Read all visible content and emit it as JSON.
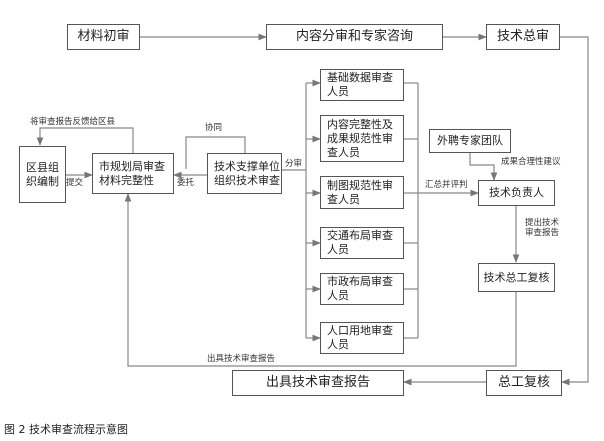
{
  "boxes": {
    "cailiao_chushen": "材料初审",
    "neirong_fenshen": "内容分审和专家咨询",
    "jishu_zongshen": "技术总审",
    "quxian_bianzhi": "区县组织编制",
    "shiguihua": "市规划局审查材料完整性",
    "jishu_zhicheng": "技术支撑单位组织技术审查",
    "jichu_shuju": "基础数据审查人员",
    "neirong_wanzheng": "内容完整性及成果规范性审查人员",
    "zhitu_guifan": "制图规范性审查人员",
    "jiaotong_buju": "交通布局审查人员",
    "shizheng_buju": "市政布局审查人员",
    "renkou_yongdi": "人口用地审查人员",
    "waipin_zhuanjia": "外聘专家团队",
    "jishu_fuzeren": "技术负责人",
    "jishu_zonggong": "技术总工复核",
    "zonggong_fuhe": "总工复核",
    "chuju_baogao": "出具技术审查报告"
  },
  "labels": {
    "fankui": "将审查报告反馈给区县",
    "xietong": "协同",
    "tijiao": "提交",
    "weituo": "委托",
    "fenshen": "分审",
    "huizong": "汇总并评判",
    "chengguo": "成果合理性建议",
    "tichu": "提出技术审查报告",
    "chuju": "出具技术审查报告"
  },
  "caption": "图 2  技术审查流程示意图"
}
